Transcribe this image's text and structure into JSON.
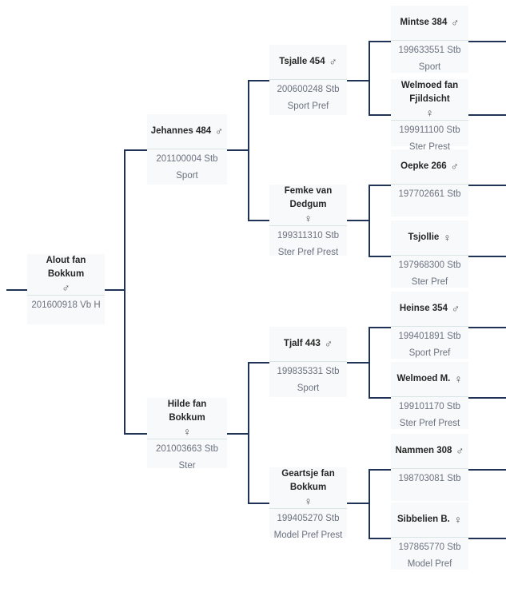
{
  "theme": {
    "line-color": "#1e3355",
    "box-bg": "#f8f9fa",
    "divider-color": "#d8e5e2",
    "name-color": "#262626",
    "reg-color": "#6b7280",
    "symbol-color": "#474747",
    "page-bg": "#ffffff"
  },
  "pedigree": {
    "type": "family-tree",
    "generations": 4
  },
  "nodes": [
    {
      "name": "Alout fan Bokkum",
      "gender": "male",
      "symbol": "♂",
      "reg": "201600918 Vb H"
    },
    {
      "name": "Jehannes 484",
      "gender": "male",
      "symbol": "♂",
      "reg": "201100004 Stb Sport"
    },
    {
      "name": "Hilde fan Bokkum",
      "gender": "female",
      "symbol": "♀",
      "reg": "201003663 Stb Ster"
    },
    {
      "name": "Tsjalle 454",
      "gender": "male",
      "symbol": "♂",
      "reg": "200600248 Stb Sport Pref"
    },
    {
      "name": "Femke van Dedgum",
      "gender": "female",
      "symbol": "♀",
      "reg": "199311310 Stb Ster Pref Prest"
    },
    {
      "name": "Tjalf 443",
      "gender": "male",
      "symbol": "♂",
      "reg": "199835331 Stb Sport"
    },
    {
      "name": "Geartsje fan Bokkum",
      "gender": "female",
      "symbol": "♀",
      "reg": "199405270 Stb Model Pref Prest"
    },
    {
      "name": "Mintse 384",
      "gender": "male",
      "symbol": "♂",
      "reg": "199633551 Stb Sport"
    },
    {
      "name": "Welmoed fan Fjildsicht",
      "gender": "female",
      "symbol": "♀",
      "reg": "199911100 Stb Ster Prest"
    },
    {
      "name": "Oepke 266",
      "gender": "male",
      "symbol": "♂",
      "reg": "197702661 Stb"
    },
    {
      "name": "Tsjollie",
      "gender": "female",
      "symbol": "♀",
      "reg": "197968300 Stb Ster Pref"
    },
    {
      "name": "Heinse 354",
      "gender": "male",
      "symbol": "♂",
      "reg": "199401891 Stb Sport Pref"
    },
    {
      "name": "Welmoed M.",
      "gender": "female",
      "symbol": "♀",
      "reg": "199101170 Stb Ster Pref Prest"
    },
    {
      "name": "Nammen 308",
      "gender": "male",
      "symbol": "♂",
      "reg": "198703081 Stb"
    },
    {
      "name": "Sibbelien B.",
      "gender": "female",
      "symbol": "♀",
      "reg": "197865770 Stb Model Pref"
    }
  ]
}
